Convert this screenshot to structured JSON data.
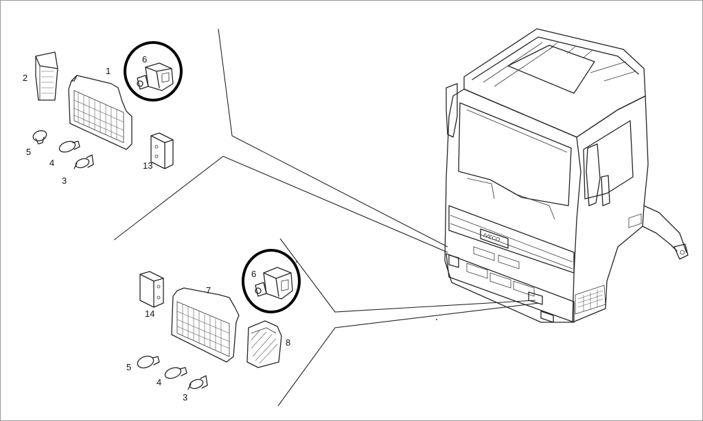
{
  "callouts": {
    "upper": {
      "n1": "1",
      "n2": "2",
      "n3": "3",
      "n4": "4",
      "n5": "5",
      "n6": "6",
      "n13": "13"
    },
    "lower": {
      "n3": "3",
      "n4": "4",
      "n5": "5",
      "n6": "6",
      "n7": "7",
      "n8": "8",
      "n14": "14"
    }
  },
  "highlight": {
    "color": "#000000",
    "circled_parts": [
      "6 (upper group)",
      "6 (lower group)"
    ]
  },
  "truck_badge": "IVECO"
}
